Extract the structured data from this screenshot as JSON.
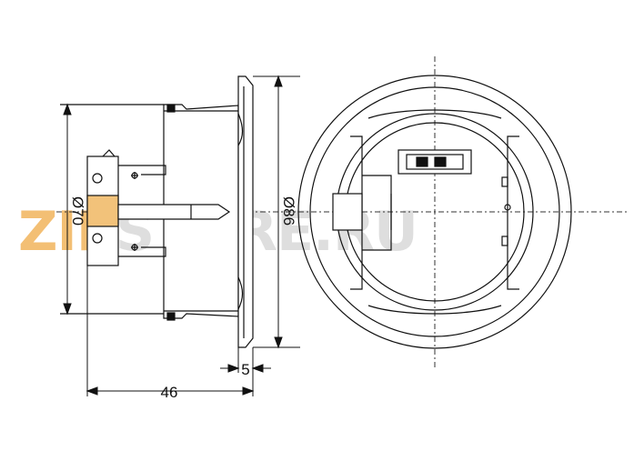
{
  "watermark": {
    "prefix": "ZIP",
    "rest": "STORE.RU",
    "prefix_color": "#f2b45c",
    "rest_color": "#d9d9d9"
  },
  "dimensions": {
    "height_inner": "Ø70",
    "height_outer": "Ø86",
    "depth_total": "46",
    "flange": "5"
  },
  "colors": {
    "line": "#111111",
    "center_line": "#333333"
  }
}
